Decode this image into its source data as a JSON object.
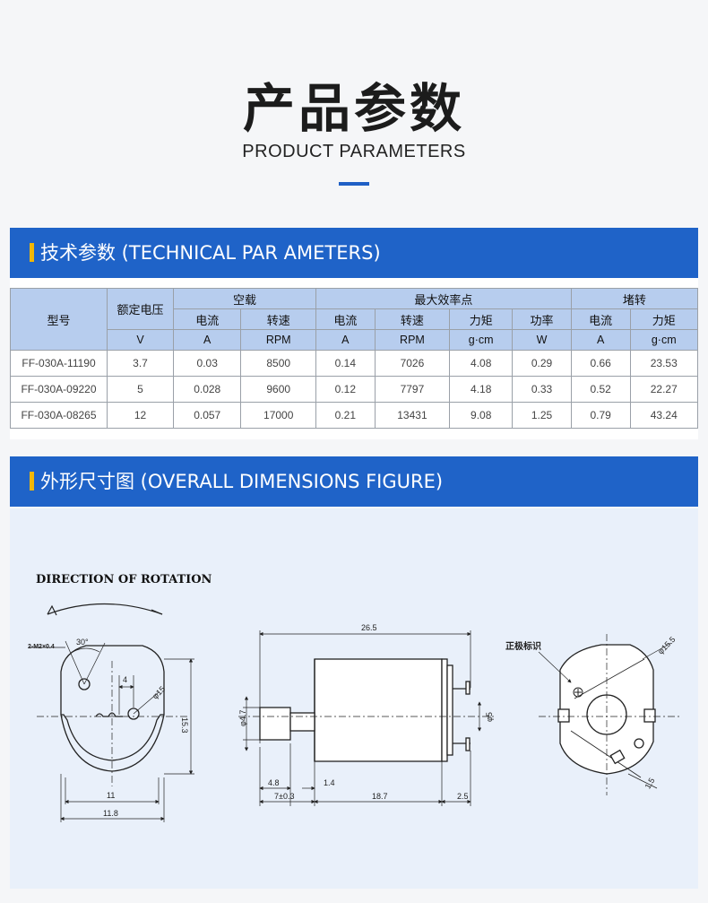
{
  "header": {
    "title": "产品参数",
    "subtitle": "PRODUCT PARAMETERS"
  },
  "technical": {
    "heading": "技术参数 (TECHNICAL PAR AMETERS)",
    "table": {
      "col_model": "型号",
      "col_voltage": "额定电压",
      "group_noload": "空载",
      "group_max_eff": "最大效率点",
      "group_stall": "堵转",
      "sub_current": "电流",
      "sub_speed": "转速",
      "sub_torque": "力矩",
      "sub_power": "功率",
      "units": [
        "V",
        "A",
        "RPM",
        "A",
        "RPM",
        "g·cm",
        "W",
        "A",
        "g·cm"
      ],
      "rows": [
        [
          "FF-030A-11190",
          "3.7",
          "0.03",
          "8500",
          "0.14",
          "7026",
          "4.08",
          "0.29",
          "0.66",
          "23.53"
        ],
        [
          "FF-030A-09220",
          "5",
          "0.028",
          "9600",
          "0.12",
          "7797",
          "4.18",
          "0.33",
          "0.52",
          "22.27"
        ],
        [
          "FF-030A-08265",
          "12",
          "0.057",
          "17000",
          "0.21",
          "13431",
          "9.08",
          "1.25",
          "0.79",
          "43.24"
        ]
      ]
    }
  },
  "dimensions": {
    "heading": "外形尺寸图 (OVERALL DIMENSIONS FIGURE)",
    "rotation_label": "DIRECTION OF ROTATION",
    "left_view": {
      "hole_note": "2-M2×0.4",
      "angle": "30°",
      "spacing": "4",
      "dia": "φ15",
      "height": "15.3",
      "inner_width": "11",
      "outer_width": "11.8"
    },
    "side_view": {
      "total_length": "26.5",
      "shaft_dia": "φ4.7",
      "boss_dia": "φ5",
      "shaft_len": "4.8",
      "gap": "1.4",
      "front_len": "7±0.3",
      "body_len": "18.7",
      "terminal_len": "2.5"
    },
    "back_view": {
      "polarity_label": "正极标识",
      "dia": "φ15.5",
      "terminal": "1.5"
    }
  },
  "colors": {
    "accent_blue": "#1f63c8",
    "mark_yellow": "#f2b705",
    "table_header": "#b7cdee"
  }
}
